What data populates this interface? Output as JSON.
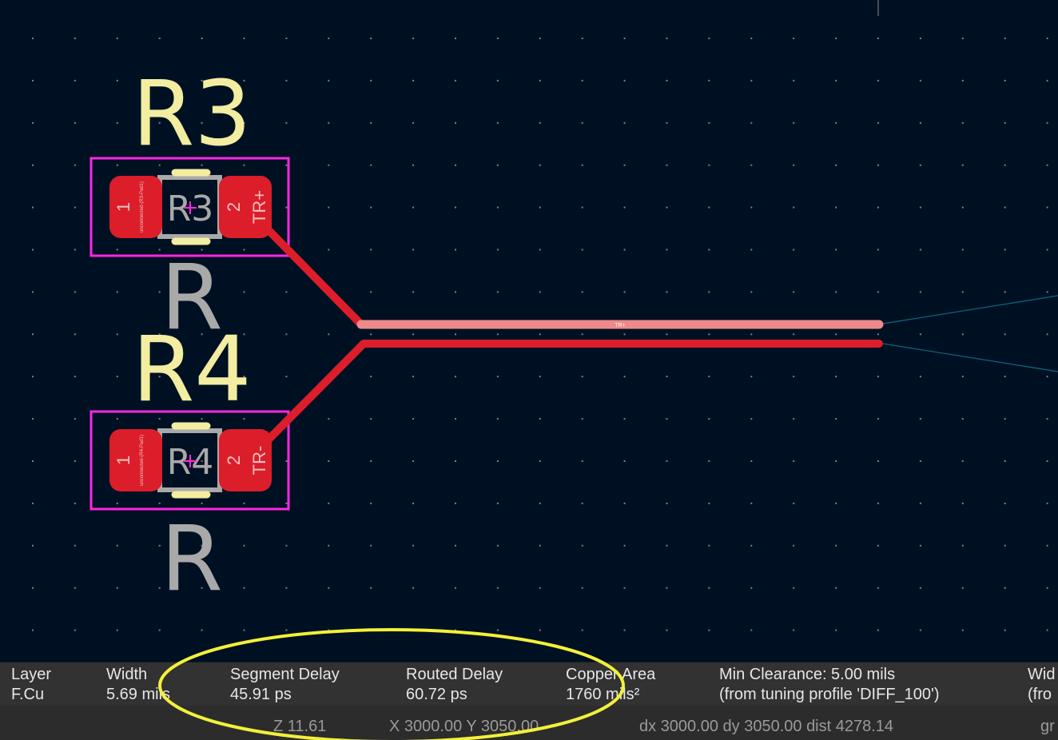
{
  "board": {
    "footprints": [
      {
        "reference": "R3",
        "value": "R",
        "pad1_number": "1",
        "pad2_number": "2",
        "pad1_net": "unconnected-(R3-Pad1)",
        "pad2_net": "TR+"
      },
      {
        "reference": "R4",
        "value": "R",
        "pad1_number": "1",
        "pad2_number": "2",
        "pad1_net": "unconnected-(R4-Pad1)",
        "pad2_net": "TR-"
      }
    ],
    "track_label": "TR+",
    "colors": {
      "background": "#001023",
      "copper": "#dc1e2a",
      "selected_track": "#ef8a8a",
      "silk": "#f2eda1",
      "courtyard": "#ff26e2",
      "fab": "#a9a9a9",
      "ratsnest": "#0a6a80"
    }
  },
  "message_panel": [
    {
      "label": "Layer",
      "value": "F.Cu"
    },
    {
      "label": "Width",
      "value": "5.69 mils"
    },
    {
      "label": "Segment Delay",
      "value": "45.91 ps"
    },
    {
      "label": "Routed Delay",
      "value": "60.72 ps"
    },
    {
      "label": "Copper Area",
      "value": "1760 mils²"
    },
    {
      "label": "Min Clearance: 5.00 mils",
      "value": "(from tuning profile 'DIFF_100')"
    },
    {
      "label": "Wid",
      "value": "(fro"
    }
  ],
  "status_bar": {
    "zoom": "Z 11.61",
    "xy": "X 3000.00  Y 3050.00",
    "delta": "dx 3000.00  dy 3050.00  dist 4278.14",
    "grid": "gr"
  }
}
